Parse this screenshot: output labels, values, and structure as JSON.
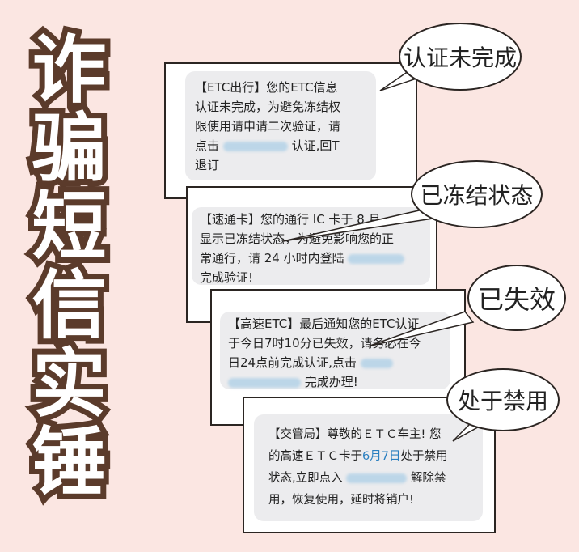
{
  "title": {
    "chars": [
      "诈",
      "骗",
      "短",
      "信",
      "实",
      "锤"
    ]
  },
  "messages": [
    {
      "lines": [
        "【ETC出行】您的ETC信息",
        "认证未完成，为避免冻结权",
        "限使用请申请二次验证，请"
      ],
      "line4_pre": "点击",
      "line4_post": "认证,回T",
      "line5": "退订",
      "callout": "认证未完成"
    },
    {
      "lines": [
        "【速通卡】您的通行 IC 卡于 8 月",
        "显示已冻结状态，为避免影响您的正"
      ],
      "line3_pre": "常通行，请 24 小时内登陆",
      "line4": "完成验证!",
      "callout": "已冻结状态"
    },
    {
      "lines": [
        "【高速ETC】最后通知您的ETC认证",
        "于今日7时10分已失效，请务必在今"
      ],
      "line3_pre": "日24点前完成认证,点击",
      "line4_post": "完成办理!",
      "callout": "已失效"
    },
    {
      "line1": "【交管局】尊敬的ＥＴＣ车主! 您",
      "line2_pre": "的高速ＥＴＣ卡于",
      "line2_link": "6月7日",
      "line2_post": "处于禁用",
      "line3_pre": "状态,立即点入",
      "line3_post": "解除禁",
      "line4": "用，恢复使用，延时将销户!",
      "callout": "处于禁用"
    }
  ],
  "colors": {
    "background": "#fbe6e2",
    "title_stroke": "#5b3b2b",
    "bubble": "#ececee",
    "link": "#2a7fc0"
  }
}
